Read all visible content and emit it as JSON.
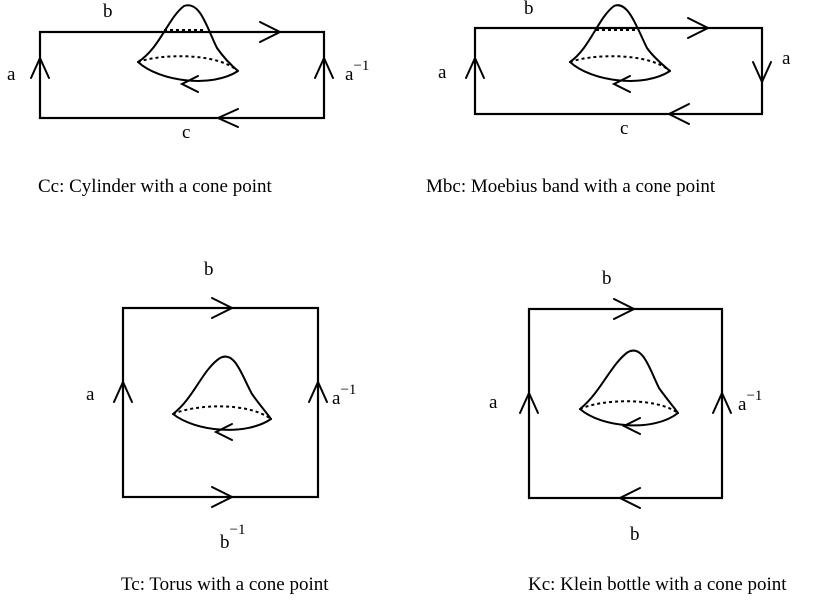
{
  "panels": {
    "cc": {
      "caption": "Cc: Cylinder with a cone point",
      "top": "b",
      "left": "a",
      "right": "a",
      "right_sup": "−1",
      "bottom": "c"
    },
    "mbc": {
      "caption": "Mbc: Moebius band with a cone point",
      "top": "b",
      "left": "a",
      "right": "a",
      "bottom": "c"
    },
    "tc": {
      "caption": "Tc: Torus with a cone point",
      "top": "b",
      "left": "a",
      "right": "a",
      "right_sup": "−1",
      "bottom": "b",
      "bottom_sup": "−1"
    },
    "kc": {
      "caption": "Kc: Klein bottle with a cone point",
      "top": "b",
      "left": "a",
      "right": "a",
      "right_sup": "−1",
      "bottom": "b"
    }
  }
}
